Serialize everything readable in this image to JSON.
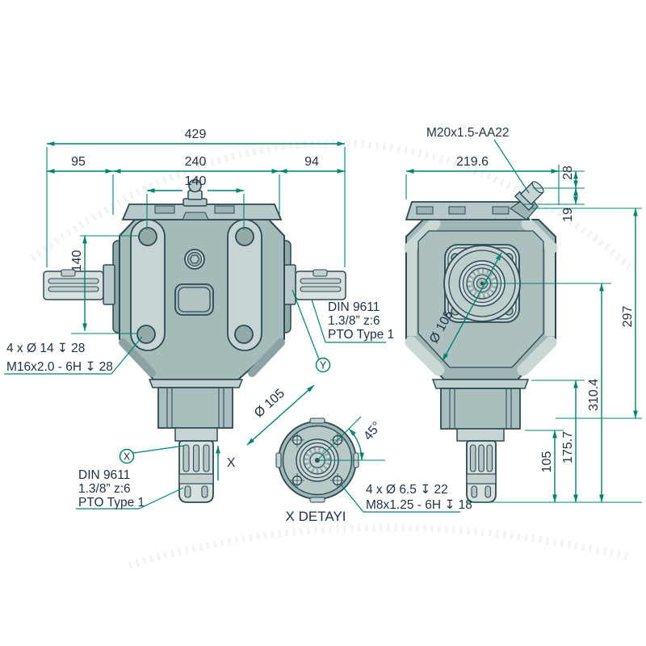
{
  "colors": {
    "dimension_green": "#00846e",
    "outline_dark": "#2c4a54",
    "text_dark": "#1e3243",
    "body_base": "#a4bbba",
    "body_light": "#c6d5d3",
    "body_mid": "#9db4b3",
    "shaft_light": "#d9e1e0",
    "background": "#ffffff"
  },
  "front_view": {
    "dim_total_width": "429",
    "dim_left_shaft": "95",
    "dim_body_width": "240",
    "dim_right_shaft": "94",
    "dim_hole_spacing_top": "140",
    "dim_hole_spacing_side": "140",
    "note_holes": [
      "4 x Ø 14 ↧ 28",
      "M16x2.0 - 6H ↧ 28"
    ],
    "note_pto_bottom": [
      "DIN 9611",
      "1.3/8” z:6",
      "PTO Type 1"
    ],
    "note_pto_side": [
      "DIN 9611",
      "1.3/8” z:6",
      "PTO Type 1"
    ],
    "detail_marker_x": "X",
    "detail_marker_y": "Y",
    "axis_label_x": "X"
  },
  "side_view": {
    "note_plug": "M20x1.5-AA22",
    "dim_body_width": "219.6",
    "dim_plug_height": "28",
    "dim_cap_height": "19",
    "dim_housing_height": "297",
    "dim_total_height": "310.4",
    "dim_flange_to_end": "175.7",
    "dim_spline_length": "105",
    "dim_hub_diameter": "Ø 105"
  },
  "detail_view": {
    "title": "X DETAYI",
    "dim_diameter": "Ø 105",
    "dim_angle": "45°",
    "note_holes": [
      "4 x Ø 6.5 ↧ 22",
      "M8x1.25 - 6H ↧ 18"
    ]
  }
}
